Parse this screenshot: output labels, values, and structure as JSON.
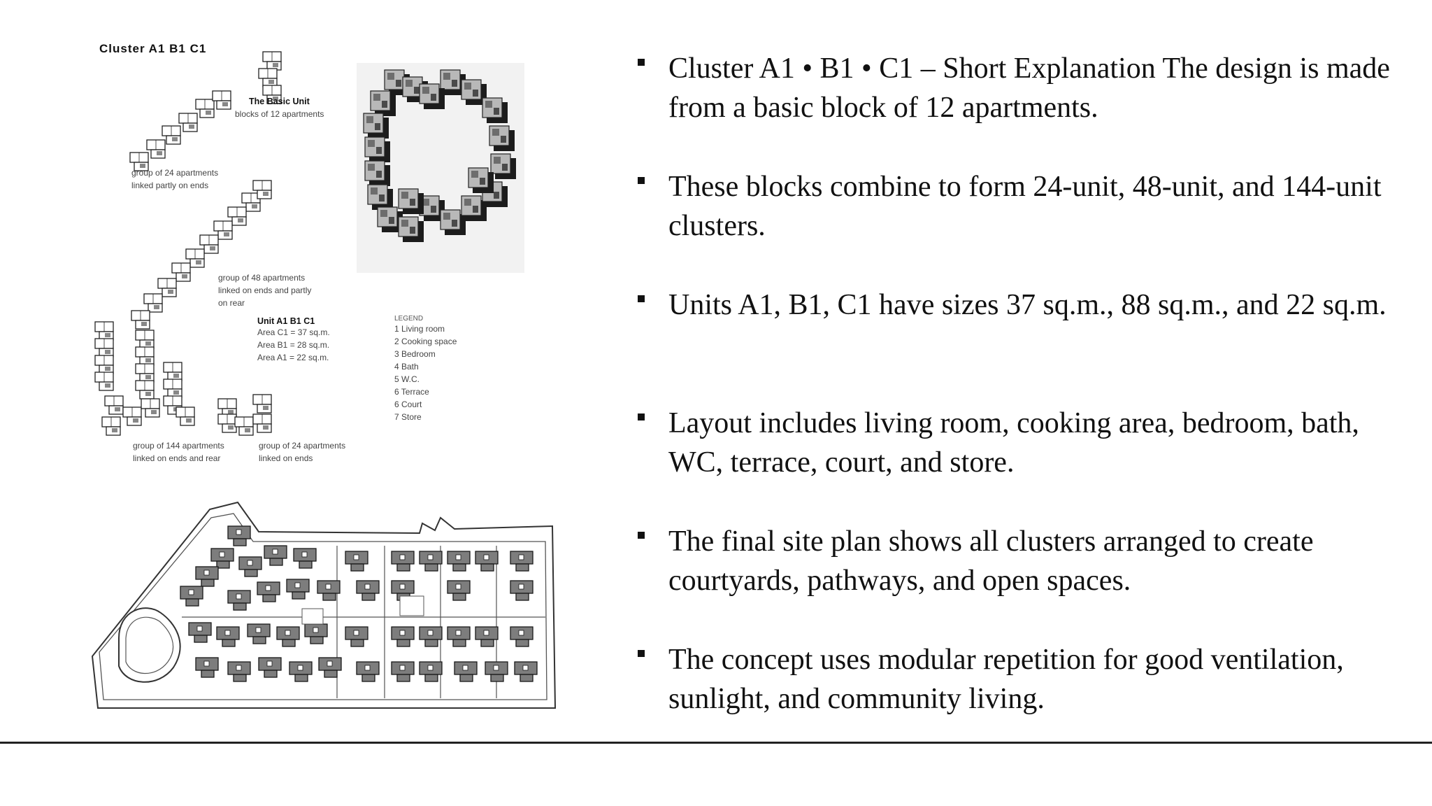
{
  "figure": {
    "title": "Cluster A1 B1 C1",
    "basic_unit": {
      "title": "The Basic Unit",
      "subtitle": "blocks of 12 apartments"
    },
    "group24_partly": [
      "group of 24 apartments",
      "linked partly on ends"
    ],
    "group48": [
      "group of 48 apartments",
      "linked on ends and partly",
      "on rear"
    ],
    "unit": {
      "title": "Unit A1 B1 C1",
      "lines": [
        "Area C1 = 37 sq.m.",
        "Area B1 = 28 sq.m.",
        "Area A1 = 22 sq.m."
      ]
    },
    "legend": {
      "heading": "LEGEND",
      "items": [
        "1 Living room",
        "2 Cooking space",
        "3 Bedroom",
        "4 Bath",
        "5 W.C.",
        "6 Terrace",
        "6 Court",
        "7 Store"
      ]
    },
    "group144": [
      "group of 144 apartments",
      "linked on ends and rear"
    ],
    "group24_ends": [
      "group of 24 apartments",
      "linked on ends"
    ]
  },
  "bullets": [
    "Cluster A1 • B1 • C1 – Short Explanation The design is made from a basic block of 12 apartments.",
    "These blocks combine to form 24-unit, 48-unit, and 144-unit clusters.",
    "Units A1, B1, C1 have sizes 37 sq.m., 88 sq.m., and 22 sq.m.",
    "Layout includes living room, cooking area, bedroom, bath, WC, terrace, court, and store.",
    "The final site plan shows all clusters arranged to create courtyards, pathways, and open spaces.",
    "The concept uses modular repetition for good ventilation, sunlight, and community living."
  ]
}
